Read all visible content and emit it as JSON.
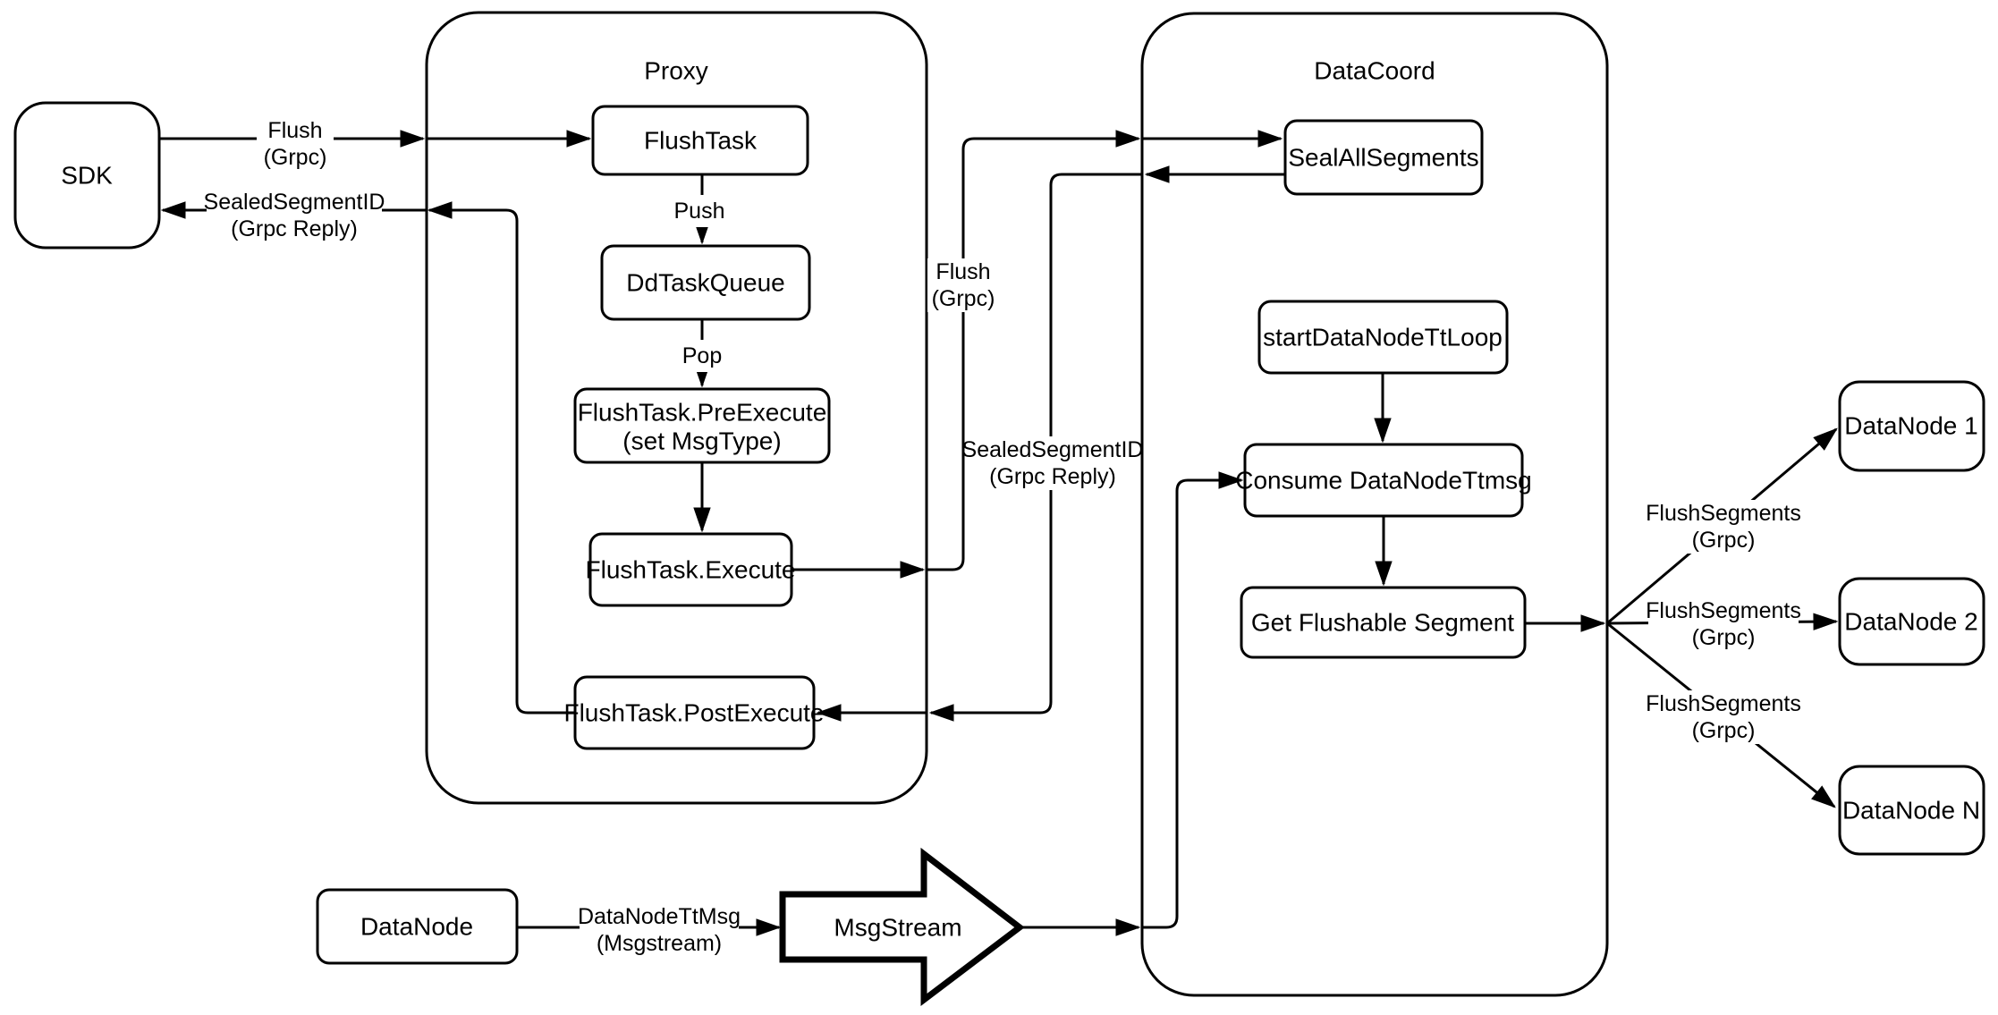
{
  "page": {
    "background": "#ffffff"
  },
  "diagram": {
    "colors": {
      "line": "#000000",
      "text": "#000000",
      "node_fill": "#ffffff"
    },
    "containers": {
      "proxy": {
        "title": "Proxy"
      },
      "datacoord": {
        "title": "DataCoord"
      }
    },
    "nodes": {
      "sdk": {
        "label": "SDK"
      },
      "flush_task": {
        "label": "FlushTask"
      },
      "dd_task_queue": {
        "label": "DdTaskQueue"
      },
      "pre_execute": {
        "line1": "FlushTask.PreExecute",
        "line2": "(set MsgType)"
      },
      "execute": {
        "label": "FlushTask.Execute"
      },
      "post_execute": {
        "label": "FlushTask.PostExecute"
      },
      "seal_all_segments": {
        "label": "SealAllSegments"
      },
      "start_datanode_tt_loop": {
        "label": "startDataNodeTtLoop"
      },
      "consume_datanode_ttmsg": {
        "label": "Consume DataNodeTtmsg"
      },
      "get_flushable_segment": {
        "label": "Get Flushable Segment"
      },
      "datanode_1": {
        "label": "DataNode 1"
      },
      "datanode_2": {
        "label": "DataNode 2"
      },
      "datanode_n": {
        "label": "DataNode N"
      },
      "datanode": {
        "label": "DataNode"
      },
      "msgstream": {
        "label": "MsgStream"
      }
    },
    "edge_labels": {
      "sdk_flush": {
        "line1": "Flush",
        "line2": "(Grpc)"
      },
      "sdk_reply": {
        "line1": "SealedSegmentID",
        "line2": "(Grpc Reply)"
      },
      "push": {
        "label": "Push"
      },
      "pop": {
        "label": "Pop"
      },
      "proxy_flush": {
        "line1": "Flush",
        "line2": "(Grpc)"
      },
      "proxy_reply": {
        "line1": "SealedSegmentID",
        "line2": "(Grpc Reply)"
      },
      "flush_segments_1": {
        "line1": "FlushSegments",
        "line2": "(Grpc)"
      },
      "flush_segments_2": {
        "line1": "FlushSegments",
        "line2": "(Grpc)"
      },
      "flush_segments_3": {
        "line1": "FlushSegments",
        "line2": "(Grpc)"
      },
      "datanode_ttmsg": {
        "line1": "DataNodeTtMsg",
        "line2": "(Msgstream)"
      }
    }
  }
}
